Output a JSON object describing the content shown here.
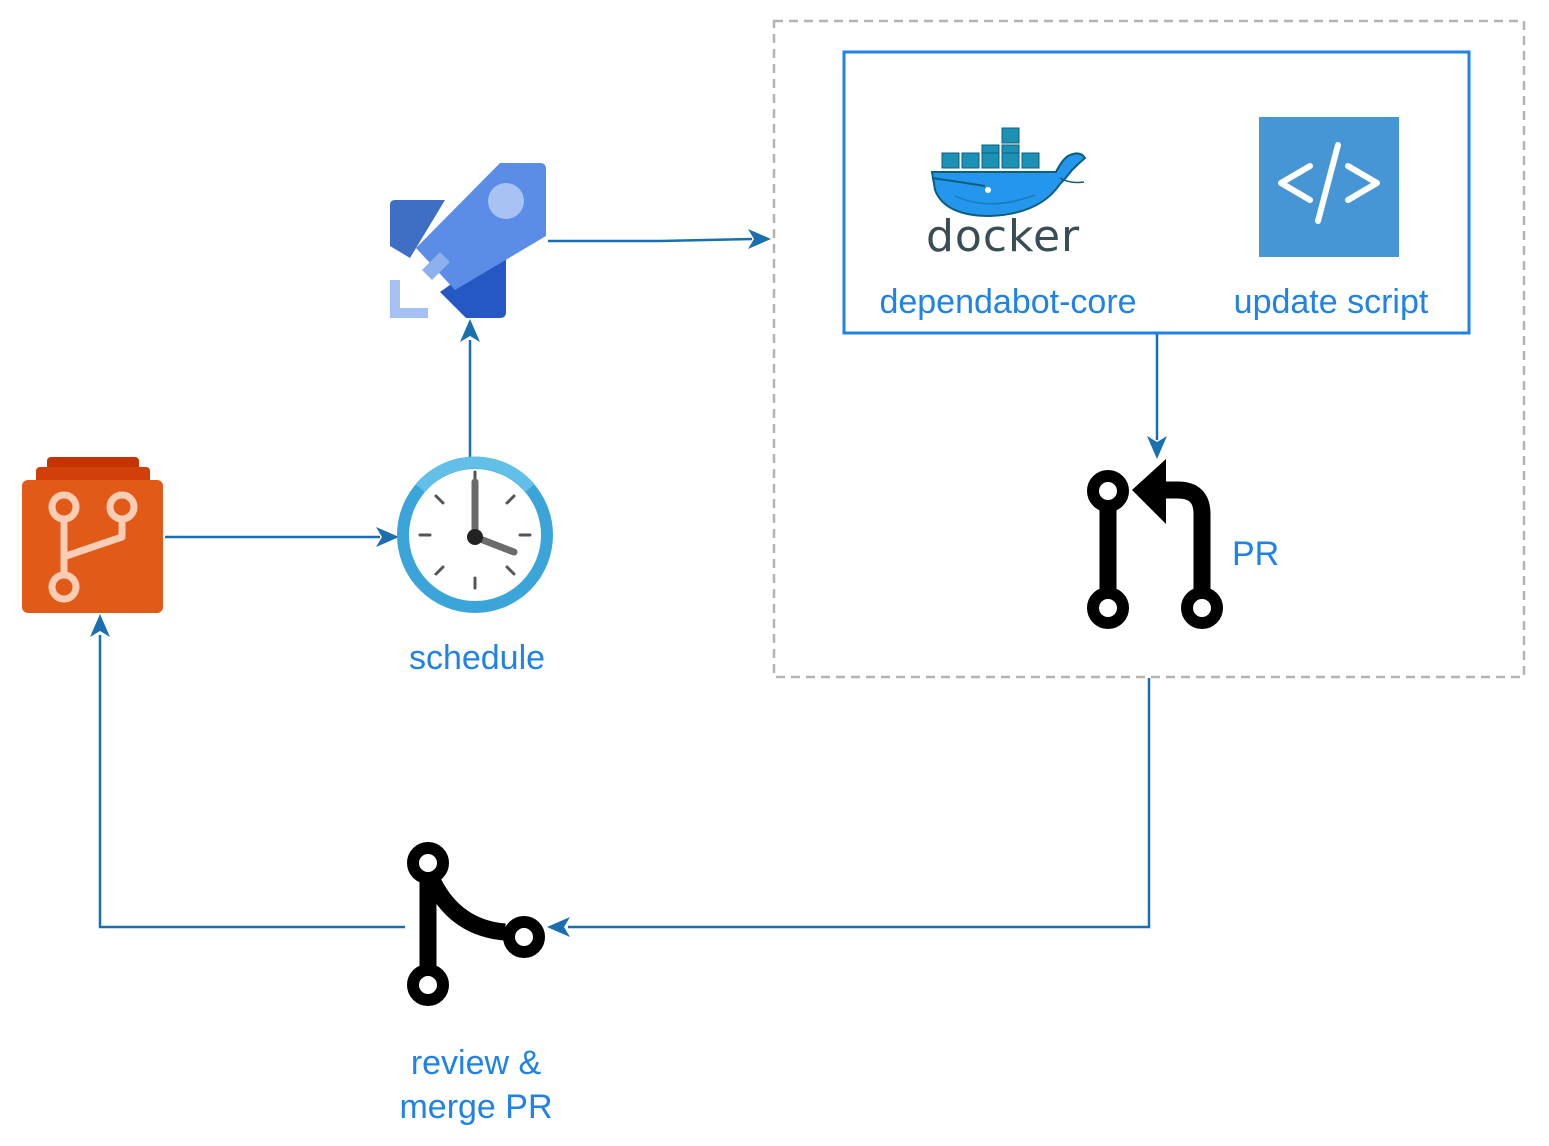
{
  "labels": {
    "schedule": "schedule",
    "dependabot_core": "dependabot-core",
    "update_script": "update script",
    "pr": "PR",
    "review_merge_line1": "review &",
    "review_merge_line2": "merge PR",
    "docker_logo_text": "docker"
  },
  "icons": {
    "repo": "azure-repos-icon",
    "pipelines": "azure-pipelines-rocket-icon",
    "schedule": "clock-icon",
    "docker": "docker-whale-logo",
    "script": "code-brackets-icon",
    "pull_request": "pull-request-icon",
    "merge": "git-merge-icon"
  },
  "colors": {
    "connector": "#1a6fb0",
    "label_text": "#1f82e8",
    "container_border": "#1f82e8",
    "dashed_group": "#b3b3b3",
    "repo_orange": "#e15a17",
    "rocket_blue": "#5b8de6",
    "clock_ring": "#3ba5d9",
    "script_tile": "#4696d6"
  }
}
